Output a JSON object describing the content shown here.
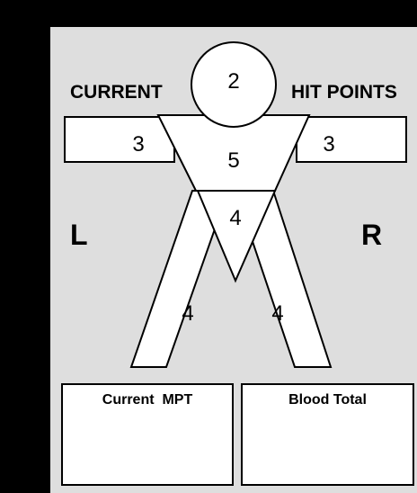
{
  "header": {
    "left_label": "CURRENT",
    "right_label": "HIT POINTS"
  },
  "sides": {
    "left": "L",
    "right": "R"
  },
  "hit_points": {
    "head": "2",
    "left_arm": "3",
    "torso": "5",
    "right_arm": "3",
    "abdomen": "4",
    "left_leg": "4",
    "right_leg": "4"
  },
  "boxes": {
    "mpt_label": "Current  MPT",
    "blood_label": "Blood Total"
  },
  "colors": {
    "background": "#000000",
    "panel": "#dedede",
    "fill": "#ffffff"
  }
}
